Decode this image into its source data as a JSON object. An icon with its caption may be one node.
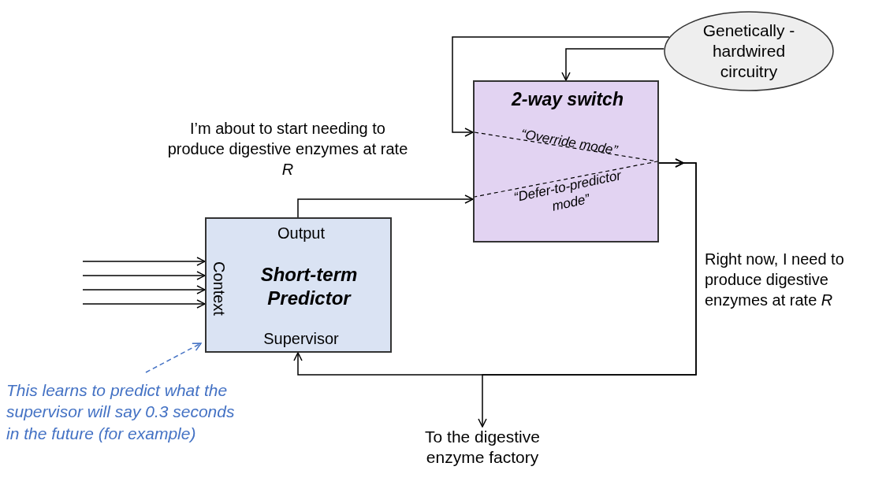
{
  "diagram": {
    "nodes": [
      {
        "text": [
          "Genetically -hardwired circuitry"
        ]
      },
      {
        "text": [
          "2-way switch",
          "“Override mode”",
          "“Defer-to-predictor mode”"
        ]
      },
      {
        "text": [
          "Output",
          "Short-term Predictor",
          "Context",
          "Supervisor"
        ]
      },
      {
        "text": [
          "To the digestive enzyme factory"
        ]
      },
      {
        "text": [
          "This learns to predict what the supervisor will say 0.3 seconds in the future (for example)"
        ]
      }
    ],
    "edges": [
      {
        "from": 0,
        "to": 1,
        "arrow": "to"
      },
      {
        "from": 0,
        "to": 1,
        "arrow": "to"
      },
      {
        "from": 2,
        "to": 1,
        "arrow": "to",
        "label": "I’m about to start needing to produce digestive enzymes at rate *R*"
      },
      {
        "from": 1,
        "to": 2,
        "arrow": "to",
        "label": "Right now, I need to produce digestive enzymes at rate *R*"
      },
      {
        "from": 1,
        "to": 3,
        "arrow": "to"
      },
      {
        "from": null,
        "to": 2,
        "arrow": "to"
      },
      {
        "from": null,
        "to": 2,
        "arrow": "to"
      },
      {
        "from": null,
        "to": 2,
        "arrow": "to"
      },
      {
        "from": null,
        "to": 2,
        "arrow": "to"
      },
      {
        "from": 4,
        "to": 2,
        "arrow": "to",
        "style": "dashed",
        "color": "#4472c4"
      }
    ]
  }
}
